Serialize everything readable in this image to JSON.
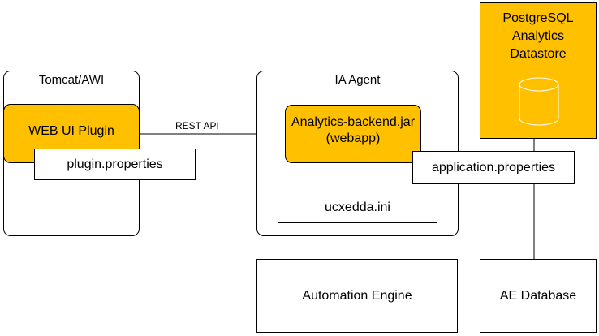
{
  "tomcat": {
    "title": "Tomcat/AWI",
    "plugin": "WEB UI Plugin",
    "properties": "plugin.properties"
  },
  "rest_api": "REST API",
  "ia_agent": {
    "title": "IA Agent",
    "backend": "Analytics-backend.jar\n(webapp)",
    "ini": "ucxedda.ini"
  },
  "application_properties": "application.properties",
  "postgres": {
    "title": "PostgreSQL\nAnalytics\nDatastore",
    "icon": "database-cylinder-icon"
  },
  "automation_engine": "Automation Engine",
  "ae_database": "AE Database",
  "colors": {
    "highlight": "#FFC000",
    "line": "#000000"
  }
}
